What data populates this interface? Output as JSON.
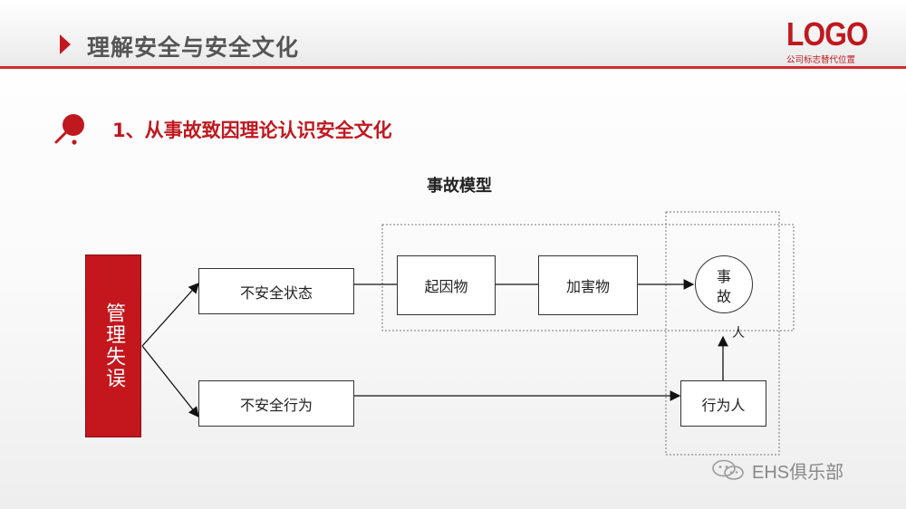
{
  "header": {
    "title": "理解安全与安全文化",
    "logo": "LOGO",
    "logo_subtitle": "公司标志替代位置",
    "accent_color": "#c0181f"
  },
  "section": {
    "title": "1、从事故致因理论认识安全文化",
    "icon": "magnifier-icon"
  },
  "diagram": {
    "title": "事故模型",
    "nodes": {
      "management": "管理失误",
      "unsafe_state": "不安全状态",
      "unsafe_act": "不安全行为",
      "cause_object": "起因物",
      "harmful_object": "加害物",
      "accident_top": "事",
      "accident_bottom": "故",
      "person_label": "人",
      "actor": "行为人"
    }
  },
  "watermark": {
    "text": "EHS俱乐部",
    "icon": "wechat-icon"
  }
}
